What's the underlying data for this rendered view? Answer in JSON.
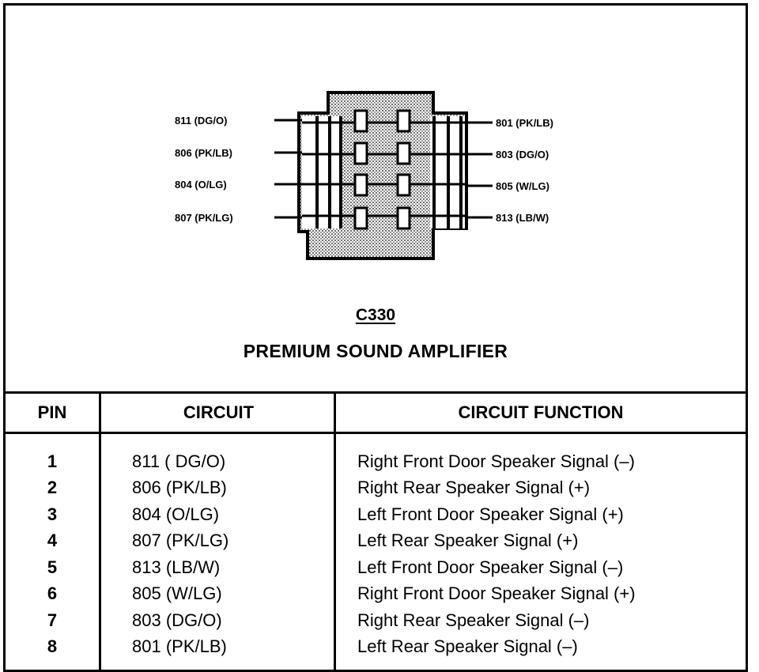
{
  "connector": {
    "id": "C330",
    "name": "PREMIUM SOUND AMPLIFIER",
    "left_labels": [
      "811 (DG/O)",
      "806 (PK/LB)",
      "804 (O/LG)",
      "807 (PK/LG)"
    ],
    "right_labels": [
      "801 (PK/LB)",
      "803 (DG/O)",
      "805 (W/LG)",
      "813 (LB/W)"
    ]
  },
  "table": {
    "headers": {
      "pin": "PIN",
      "circuit": "CIRCUIT",
      "function": "CIRCUIT FUNCTION"
    },
    "rows": [
      {
        "pin": "1",
        "circuit": "811 ( DG/O)",
        "function": "Right Front Door Speaker Signal (–)"
      },
      {
        "pin": "2",
        "circuit": "806 (PK/LB)",
        "function": "Right Rear Speaker Signal (+)"
      },
      {
        "pin": "3",
        "circuit": "804 (O/LG)",
        "function": "Left Front Door Speaker Signal (+)"
      },
      {
        "pin": "4",
        "circuit": "807 (PK/LG)",
        "function": "Left Rear Speaker Signal (+)"
      },
      {
        "pin": "5",
        "circuit": "813 (LB/W)",
        "function": "Left Front Door Speaker Signal (–)"
      },
      {
        "pin": "6",
        "circuit": "805 (W/LG)",
        "function": "Right Front Door Speaker Signal (+)"
      },
      {
        "pin": "7",
        "circuit": "803 (DG/O)",
        "function": "Right Rear Speaker Signal (–)"
      },
      {
        "pin": "8",
        "circuit": "801 (PK/LB)",
        "function": "Left Rear Speaker Signal (–)"
      }
    ]
  }
}
